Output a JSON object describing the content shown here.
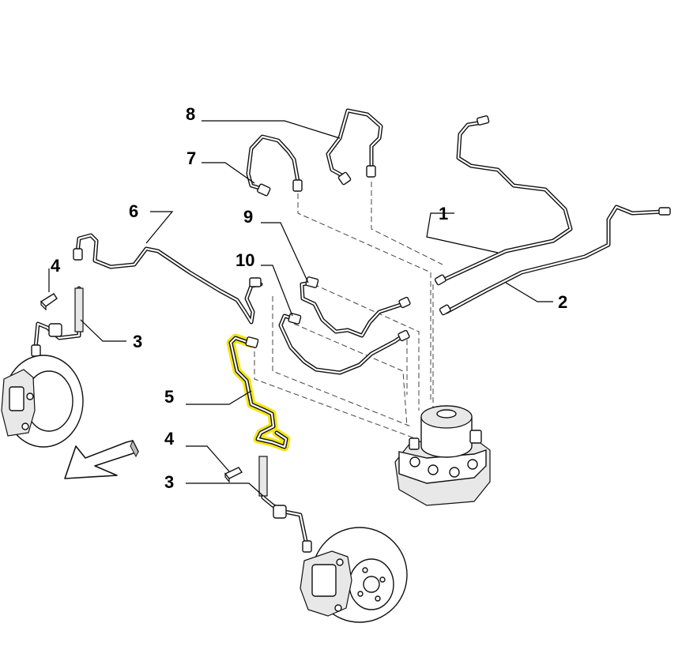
{
  "callouts": {
    "c1": "1",
    "c2": "2",
    "c3a": "3",
    "c3b": "3",
    "c4a": "4",
    "c4b": "4",
    "c5": "5",
    "c6": "6",
    "c7": "7",
    "c8": "8",
    "c9": "9",
    "c10": "10"
  },
  "colors": {
    "highlight": "#f5e514",
    "line": "#111111"
  },
  "icons": {
    "direction": "forward-arrow-icon"
  }
}
